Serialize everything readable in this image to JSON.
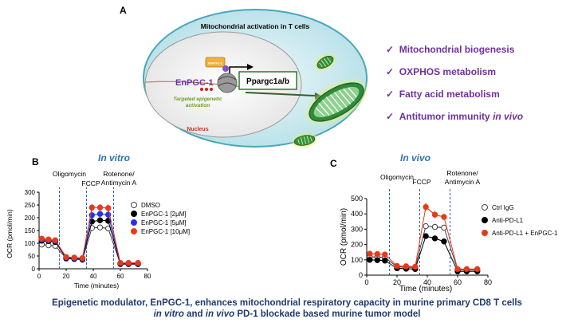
{
  "panel_a": {
    "letter": "A",
    "cell_title": "Mitochondrial activation in T cells",
    "compound": "EnPGC-1",
    "compound_badge": "ENPGC-1",
    "gene": "Ppargc1a/b",
    "targeted_line1": "Targeted epigenetic",
    "targeted_line2": "activation",
    "nucleus": "Nucleus",
    "check": "✓",
    "bullets": [
      {
        "text": "Mitochondrial biogenesis",
        "italic": ""
      },
      {
        "text": "OXPHOS metabolism",
        "italic": ""
      },
      {
        "text": "Fatty acid metabolism",
        "italic": ""
      },
      {
        "text": "Antitumor immunity ",
        "italic": "in vivo"
      }
    ]
  },
  "panel_b": {
    "letter": "B",
    "title": "In vitro",
    "inj_oligo": "Oligomycin",
    "inj_fccp": "FCCP",
    "inj_rot1": "Rotenone/",
    "inj_rot2": "Antimycin A",
    "ylabel": "OCR (pmol/min)",
    "xlabel": "Time (minutes)"
  },
  "panel_c": {
    "letter": "C",
    "title": "In vivo",
    "inj_oligo": "Oligomycin",
    "inj_fccp": "FCCP",
    "inj_rot1": "Rotenone/",
    "inj_rot2": "Antimycin A",
    "ylabel": "OCR (pmol/min)",
    "xlabel": "Time (minutes)"
  },
  "caption": {
    "line1": "Epigenetic modulator, EnPGC-1, enhances mitochondrial respiratory capacity in murine primary CD8 T cells",
    "line2_italic1": "in vitro",
    "line2_mid": " and ",
    "line2_italic2": "in vivo",
    "line2_end": " PD-1 blockade based murine tumor model"
  },
  "chart_data": [
    {
      "type": "line",
      "title": "In vitro",
      "xlabel": "Time (minutes)",
      "ylabel": "OCR (pmol/min)",
      "xlim": [
        0,
        80
      ],
      "ylim": [
        0,
        300
      ],
      "xticks": [
        0,
        20,
        40,
        60,
        80
      ],
      "yticks": [
        0,
        50,
        100,
        150,
        200,
        250,
        300
      ],
      "injections": [
        {
          "label": "Oligomycin",
          "x": 15
        },
        {
          "label": "FCCP",
          "x": 35
        },
        {
          "label": "Rotenone/ Antimycin A",
          "x": 55
        }
      ],
      "x": [
        2,
        7,
        12,
        20,
        26,
        32,
        39,
        45,
        51,
        60,
        66,
        73
      ],
      "legend": "right",
      "series": [
        {
          "name": "DMSO",
          "color": "#ffffff",
          "stroke": "#444444",
          "values": [
            95,
            92,
            90,
            40,
            38,
            35,
            160,
            162,
            158,
            18,
            18,
            18
          ]
        },
        {
          "name": "EnPGC-1 [2μM]",
          "color": "#000000",
          "stroke": "#000000",
          "values": [
            110,
            108,
            105,
            42,
            40,
            38,
            185,
            190,
            188,
            20,
            20,
            20
          ]
        },
        {
          "name": "EnPGC-1 [5μM]",
          "color": "#2233ee",
          "stroke": "#2233ee",
          "values": [
            115,
            112,
            110,
            45,
            42,
            40,
            210,
            215,
            212,
            22,
            22,
            22
          ]
        },
        {
          "name": "EnPGC-1 [10μM]",
          "color": "#e83a1a",
          "stroke": "#e83a1a",
          "values": [
            118,
            115,
            112,
            46,
            44,
            42,
            240,
            240,
            238,
            23,
            23,
            23
          ]
        }
      ]
    },
    {
      "type": "line",
      "title": "In vivo",
      "xlabel": "Time (minutes)",
      "ylabel": "OCR (pmol/min)",
      "xlim": [
        0,
        80
      ],
      "ylim": [
        0,
        500
      ],
      "xticks": [
        0,
        20,
        40,
        60,
        80
      ],
      "yticks": [
        0,
        100,
        200,
        300,
        400,
        500
      ],
      "injections": [
        {
          "label": "Oligomycin",
          "x": 15
        },
        {
          "label": "FCCP",
          "x": 35
        },
        {
          "label": "Rotenone/ Antimycin A",
          "x": 55
        }
      ],
      "x": [
        2,
        7,
        12,
        20,
        26,
        32,
        39,
        45,
        51,
        60,
        66,
        73
      ],
      "legend": "right",
      "series": [
        {
          "name": "Ctrl IgG",
          "color": "#ffffff",
          "stroke": "#444444",
          "values": [
            120,
            118,
            115,
            55,
            52,
            50,
            320,
            315,
            310,
            35,
            35,
            35
          ]
        },
        {
          "name": "Anti-PD-L1",
          "color": "#000000",
          "stroke": "#000000",
          "values": [
            100,
            98,
            95,
            45,
            42,
            40,
            255,
            240,
            220,
            25,
            25,
            25
          ]
        },
        {
          "name": "Anti-PD-L1 + EnPGC-1",
          "color": "#e83a1a",
          "stroke": "#e83a1a",
          "values": [
            140,
            138,
            135,
            60,
            58,
            55,
            445,
            395,
            380,
            40,
            40,
            40
          ]
        }
      ]
    }
  ]
}
